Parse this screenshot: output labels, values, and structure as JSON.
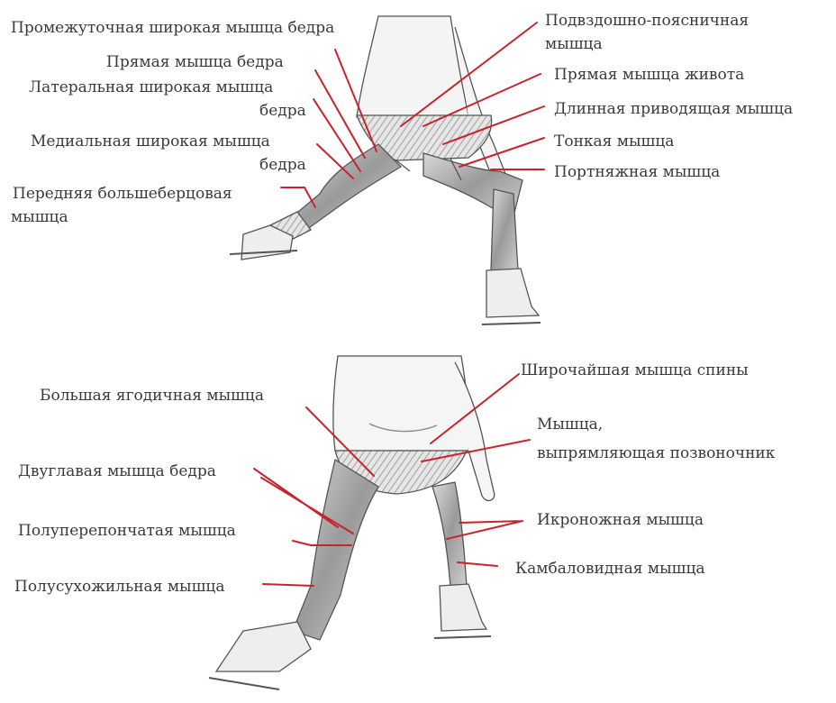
{
  "labels": {
    "intermediate_vastus": "Промежуточная широкая мышца бедра",
    "rectus_femoris": "Прямая мышца бедра",
    "vastus_lateralis_1": "Латеральная широкая мышца",
    "vastus_lateralis_2": "бедра",
    "vastus_medialis_1": "Медиальная широкая мышца",
    "vastus_medialis_2": "бедра",
    "tibialis_anterior_1": "Передняя большеберцовая",
    "tibialis_anterior_2": "мышца",
    "iliopsoas_1": "Подвздошно-поясничная",
    "iliopsoas_2": "мышца",
    "rectus_abdominis": "Прямая мышца живота",
    "adductor_longus": "Длинная приводящая мышца",
    "gracilis": "Тонкая мышца",
    "sartorius": "Портняжная мышца",
    "gluteus_maximus": "Большая ягодичная мышца",
    "latissimus_dorsi": "Широчайшая мышца спины",
    "erector_spinae_1": "Мышца,",
    "erector_spinae_2": "выпрямляющая позвоночник",
    "biceps_femoris": "Двуглавая мышца бедра",
    "semimembranosus": "Полуперепончатая мышца",
    "gastrocnemius": "Икроножная мышца",
    "soleus": "Камбаловидная мышца",
    "semitendinosus": "Полусухожильная мышца"
  },
  "colors": {
    "leader_line": "#c8242c",
    "text": "#3a3a3a",
    "sketch": "#555555",
    "muscle": "#8a8a8a"
  }
}
